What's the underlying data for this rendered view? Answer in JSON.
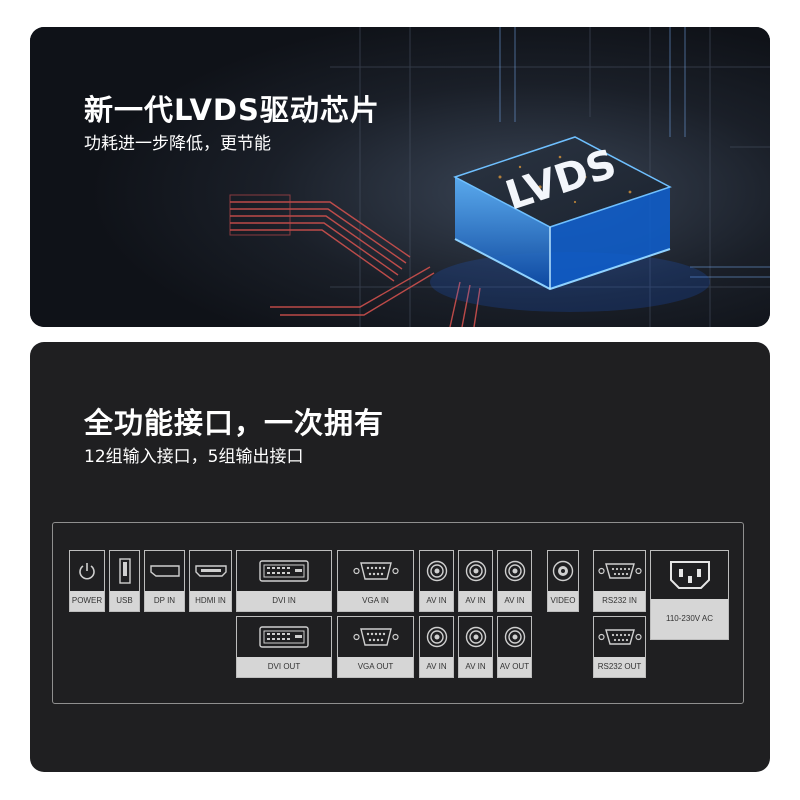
{
  "feature1": {
    "title": "新一代LVDS驱动芯片",
    "subtitle": "功耗进一步降低，更节能",
    "chip_label": "LVDS"
  },
  "feature2": {
    "title": "全功能接口，一次拥有",
    "subtitle": "12组输入接口，5组输出接口"
  },
  "ports": {
    "power": "POWER",
    "usb": "USB",
    "dp_in": "DP IN",
    "hdmi_in": "HDMI IN",
    "dvi_in": "DVI IN",
    "vga_in": "VGA IN",
    "av_in_1": "AV IN",
    "av_in_2": "AV IN",
    "av_in_3": "AV IN",
    "video": "VIDEO",
    "rs232_in": "RS232 IN",
    "ac": "110-230V    AC",
    "dvi_out": "DVI OUT",
    "vga_out": "VGA OUT",
    "av_in_4": "AV IN",
    "av_in_5": "AV IN",
    "av_out": "AV OUT",
    "rs232_out": "RS232 OUT"
  },
  "colors": {
    "card_bg": "#1f1f21",
    "label_bg": "#d6d6d6",
    "chip_glow": "#2e8cff",
    "circuit_red": "#d9534f"
  }
}
